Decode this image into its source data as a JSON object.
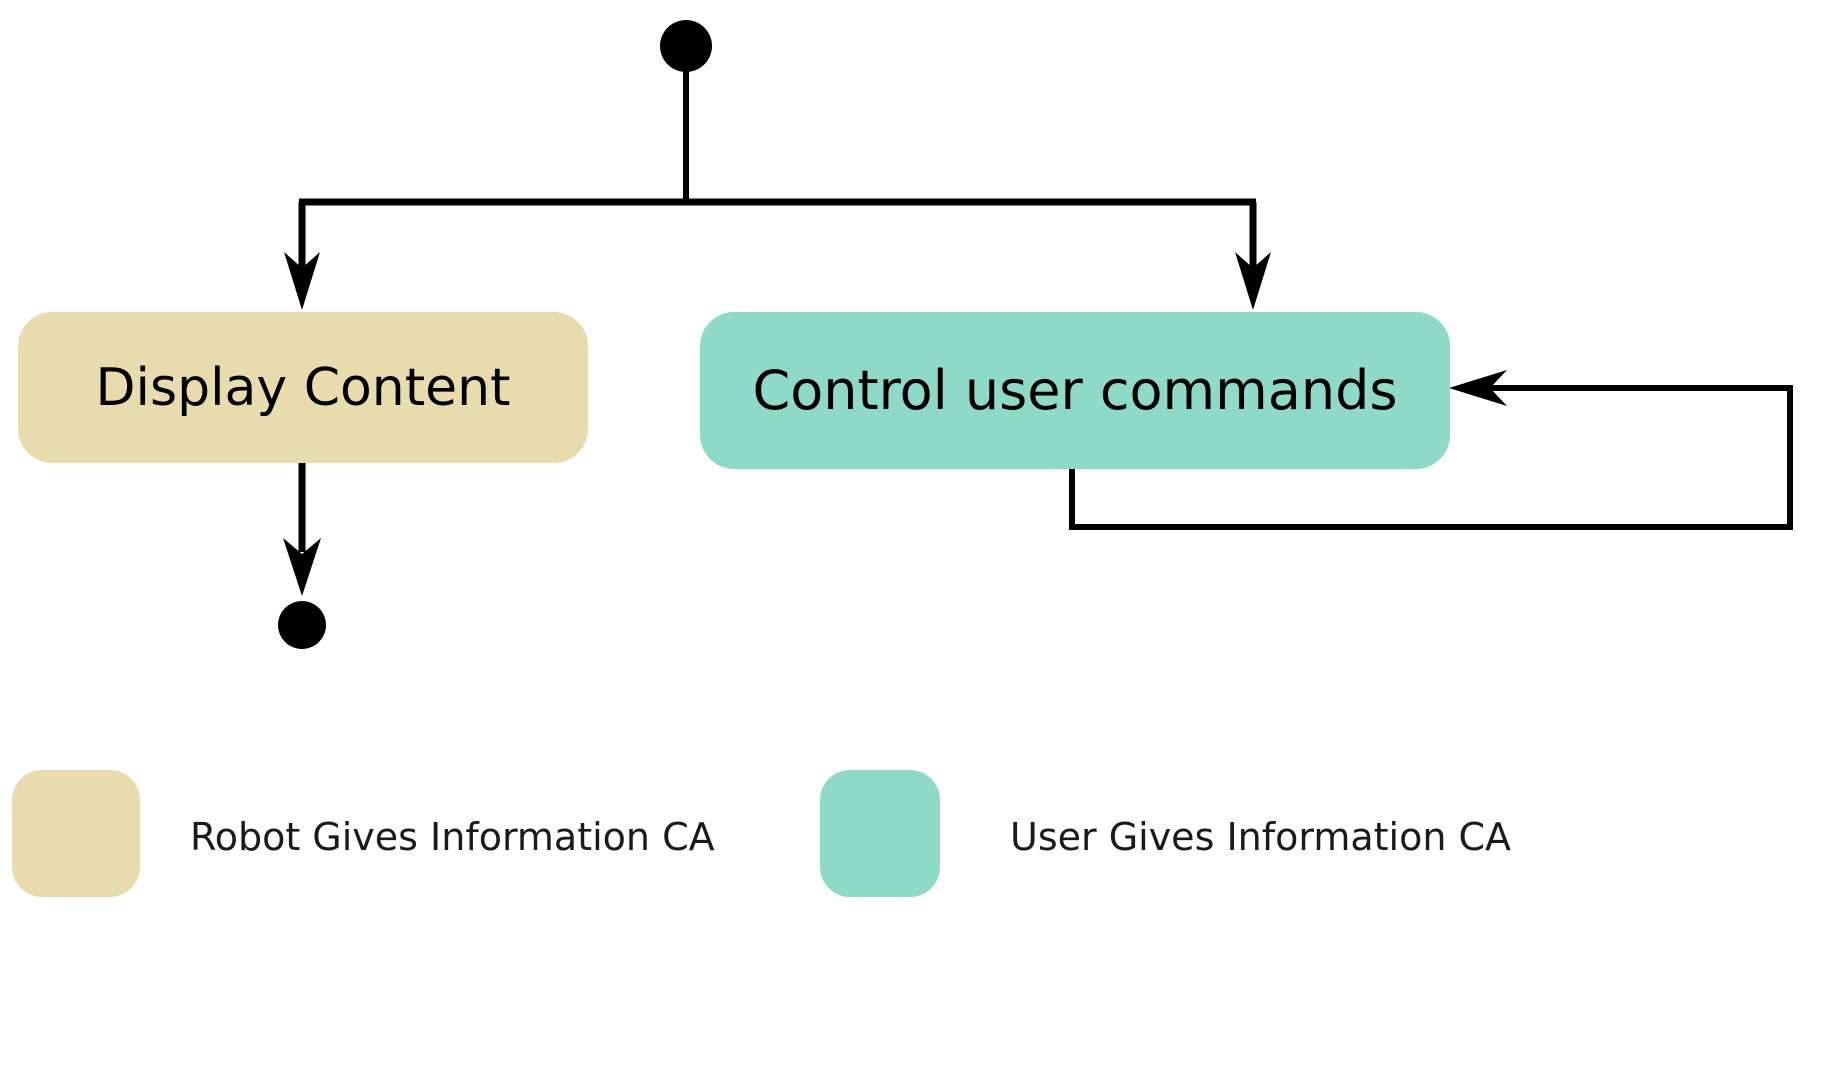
{
  "diagram": {
    "type": "uml-activity-diagram",
    "background_color": "#ffffff",
    "line_color": "#000000",
    "nodes": [
      {
        "id": "start",
        "kind": "initial-node",
        "shape": "filled-circle",
        "color": "#000000"
      },
      {
        "id": "display-content",
        "kind": "action",
        "label": "Display Content",
        "fill_color": "#e8dcaf",
        "category": "Robot Gives Information CA"
      },
      {
        "id": "control-user-commands",
        "kind": "action",
        "label": "Control user commands",
        "fill_color": "#8ed9c7",
        "category": "User Gives Information CA"
      },
      {
        "id": "end",
        "kind": "final-node",
        "shape": "filled-circle",
        "color": "#000000"
      }
    ],
    "edges": [
      {
        "from": "start",
        "to": "fork-bar",
        "arrow": false
      },
      {
        "from": "fork-bar",
        "to": "display-content",
        "arrow": true
      },
      {
        "from": "fork-bar",
        "to": "control-user-commands",
        "arrow": true
      },
      {
        "from": "display-content",
        "to": "end",
        "arrow": true
      },
      {
        "from": "control-user-commands",
        "to": "control-user-commands",
        "arrow": true,
        "note": "self-loop"
      }
    ]
  },
  "legend": {
    "items": [
      {
        "label": "Robot Gives Information CA",
        "color": "#e8dcaf"
      },
      {
        "label": "User Gives Information CA",
        "color": "#8ed9c7"
      }
    ]
  }
}
